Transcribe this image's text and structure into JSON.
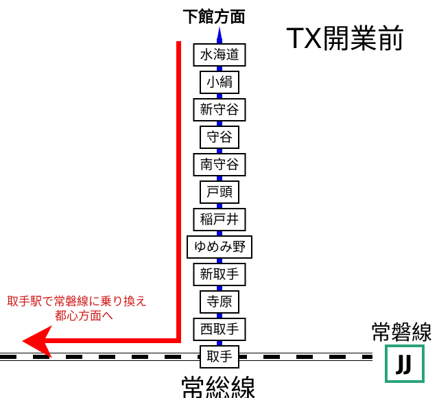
{
  "title": "TX開業前",
  "direction_north": "下館方面",
  "line_name": "常総線",
  "connecting_line": {
    "name": "常磐線",
    "code": "JJ",
    "color": "#2aa37a"
  },
  "transfer_note": [
    "取手駅で常磐線に乗り換え",
    "都心方面へ"
  ],
  "stations": [
    "水海道",
    "小絹",
    "新守谷",
    "守谷",
    "南守谷",
    "戸頭",
    "稲戸井",
    "ゆめみ野",
    "新取手",
    "寺原",
    "西取手",
    "取手"
  ],
  "colors": {
    "line": "#0000dd",
    "route_arrow": "#ff0000",
    "note_text": "#d01818"
  }
}
